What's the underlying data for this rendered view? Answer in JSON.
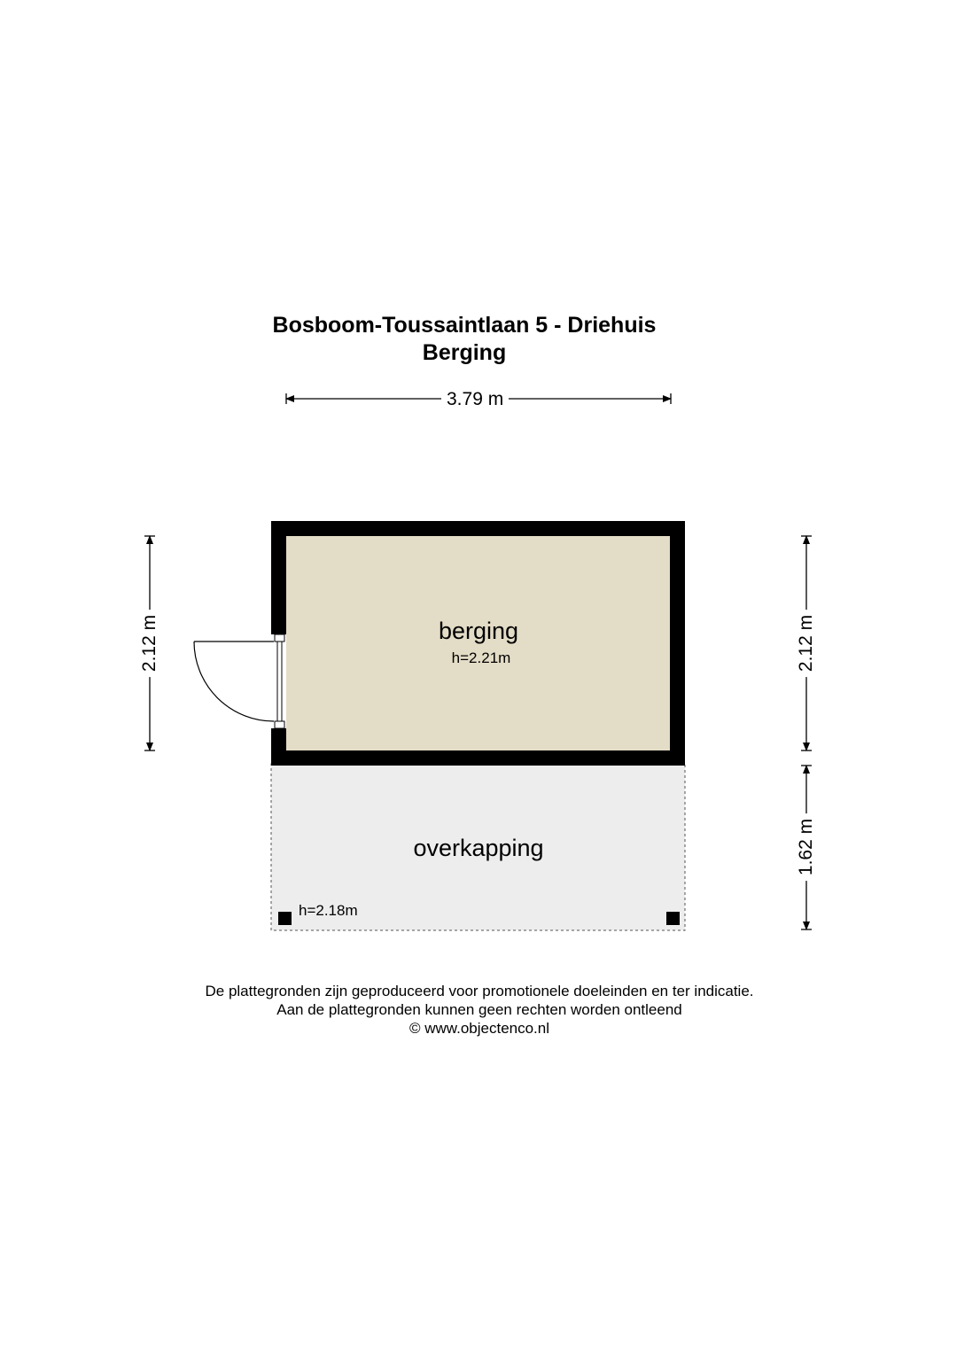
{
  "title": {
    "line1": "Bosboom-Toussaintlaan 5 - Driehuis",
    "line2": "Berging"
  },
  "dimensions": {
    "top_width": "3.79 m",
    "left_height": "2.12 m",
    "right_height_upper": "2.12 m",
    "right_height_lower": "1.62 m"
  },
  "rooms": {
    "berging": {
      "name": "berging",
      "height": "h=2.21m",
      "fill_color": "#e3dcc6"
    },
    "overkapping": {
      "name": "overkapping",
      "height": "h=2.18m",
      "fill_color": "#ededed"
    }
  },
  "footer": {
    "line1": "De plattegronden zijn geproduceerd voor promotionele doeleinden en ter indicatie.",
    "line2": "Aan de plattegronden kunnen geen rechten worden ontleend",
    "line3": "© www.objectenco.nl"
  },
  "colors": {
    "wall": "#000000",
    "background": "#ffffff"
  }
}
